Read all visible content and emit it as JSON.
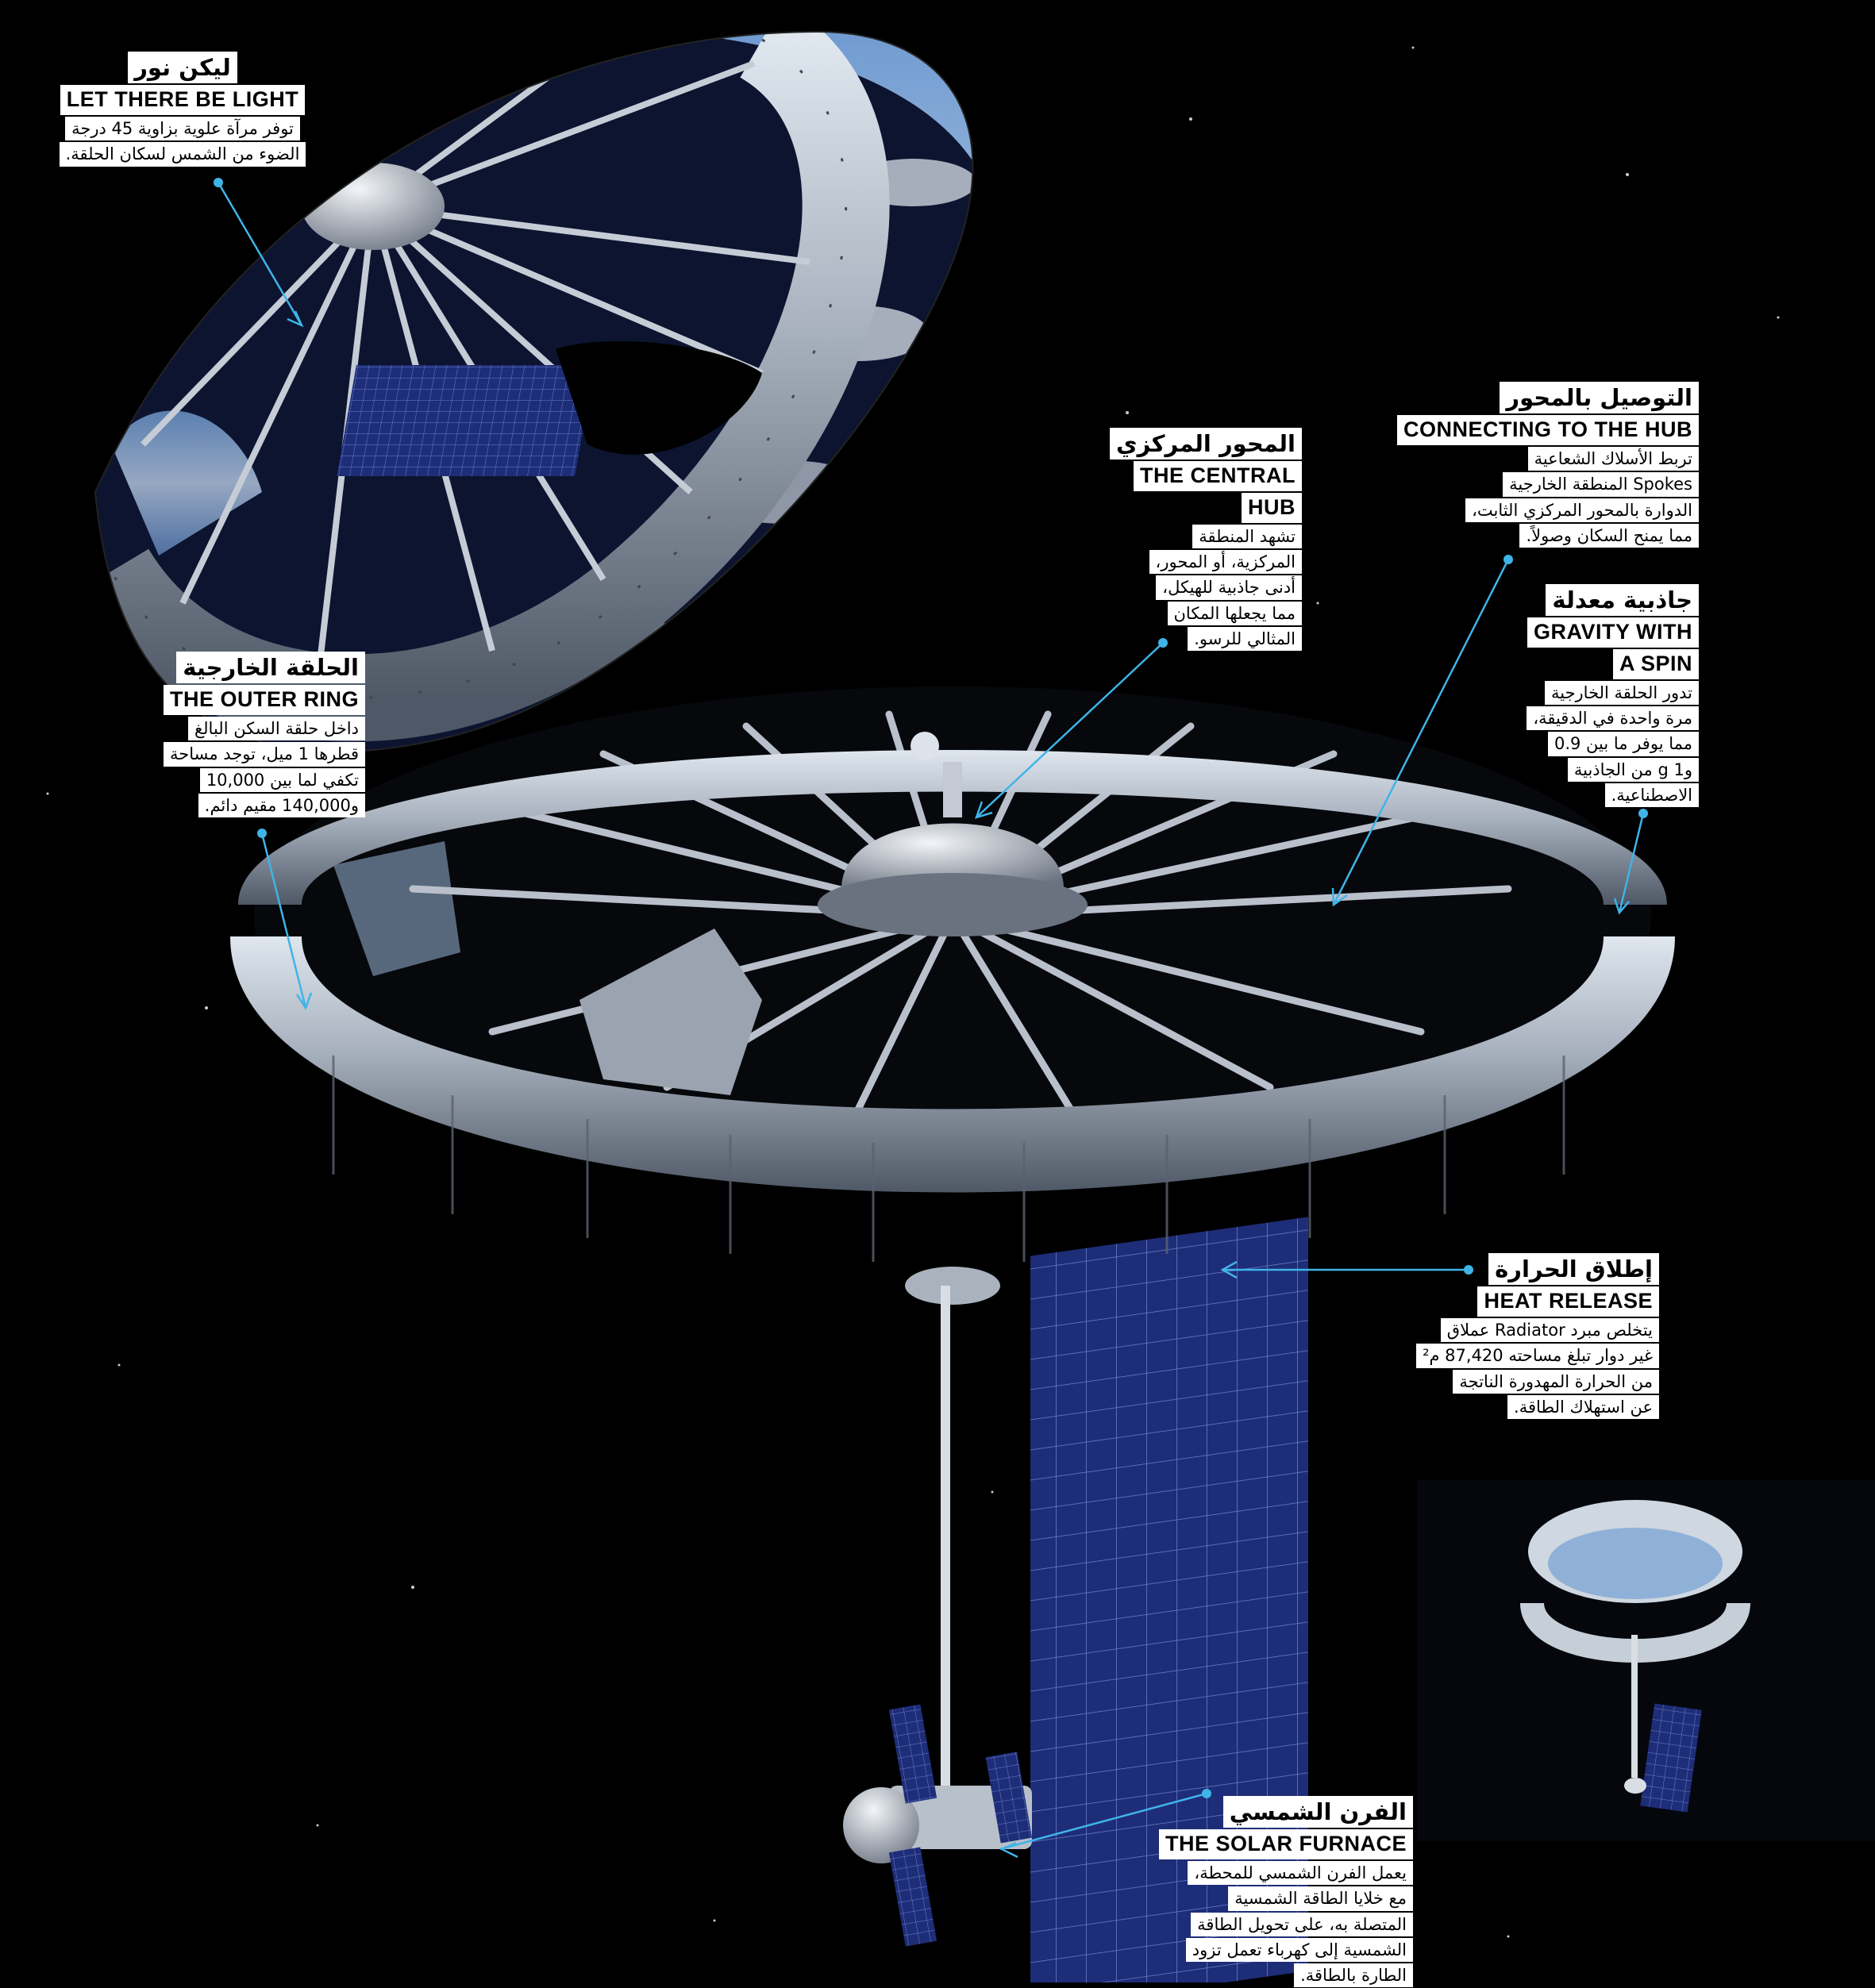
{
  "colors": {
    "background": "#000000",
    "ring_metal": "#aeb6c2",
    "leader_line": "#3fb4e8",
    "callout_bg": "#ffffff",
    "solar_panel": "#1f2f7a",
    "sky": "#7fa7d8"
  },
  "callouts": {
    "light": {
      "title_ar": "ليكن نور",
      "title_en": "LET THERE BE LIGHT",
      "body_1": "توفر مرآة علوية بزاوية 45 درجة",
      "body_2": "الضوء من الشمس لسكان الحلقة."
    },
    "hub": {
      "title_ar": "المحور المركزي",
      "title_en_1": "THE CENTRAL",
      "title_en_2": "HUB",
      "body_1": "تشهد المنطقة",
      "body_2": "المركزية، أو المحور،",
      "body_3": "أدنى جاذبية للهيكل،",
      "body_4": "مما يجعلها المكان",
      "body_5": "المثالي للرسو."
    },
    "connect": {
      "title_ar": "التوصيل بالمحور",
      "title_en": "CONNECTING TO THE HUB",
      "body_1": "تربط الأسلاك الشعاعية",
      "body_2": "Spokes المنطقة الخارجية",
      "body_3": "الدوارة بالمحور المركزي الثابت،",
      "body_4": "مما يمنح السكان وصولاً."
    },
    "gravity": {
      "title_ar": "جاذبية معدلة",
      "title_en_1": "GRAVITY WITH",
      "title_en_2": "A SPIN",
      "body_1": "تدور الحلقة الخارجية",
      "body_2": "مرة واحدة في الدقيقة،",
      "body_3": "مما يوفر ما بين 0.9",
      "body_4": "و1 g من الجاذبية",
      "body_5": "الاصطناعية."
    },
    "ring": {
      "title_ar": "الحلقة الخارجية",
      "title_en": "THE OUTER RING",
      "body_1": "داخل حلقة السكن البالغ",
      "body_2": "قطرها 1 ميل، توجد مساحة",
      "body_3": "تكفي لما بين 10,000",
      "body_4": "و140,000 مقيم دائم."
    },
    "heat": {
      "title_ar": "إطلاق الحرارة",
      "title_en": "HEAT RELEASE",
      "body_1": "يتخلص مبرد Radiator عملاق",
      "body_2": "غير دوار تبلغ مساحته 87,420 م²",
      "body_3": "من الحرارة المهدورة الناتجة",
      "body_4": "عن استهلاك الطاقة."
    },
    "solar": {
      "title_ar": "الفرن الشمسي",
      "title_en": "THE SOLAR FURNACE",
      "body_1": "يعمل الفرن الشمسي للمحطة،",
      "body_2": "مع خلايا الطاقة الشمسية",
      "body_3": "المتصلة به، على تحويل الطاقة",
      "body_4": "الشمسية إلى كهرباء تعمل تزود",
      "body_5": "الطارة بالطاقة."
    }
  }
}
